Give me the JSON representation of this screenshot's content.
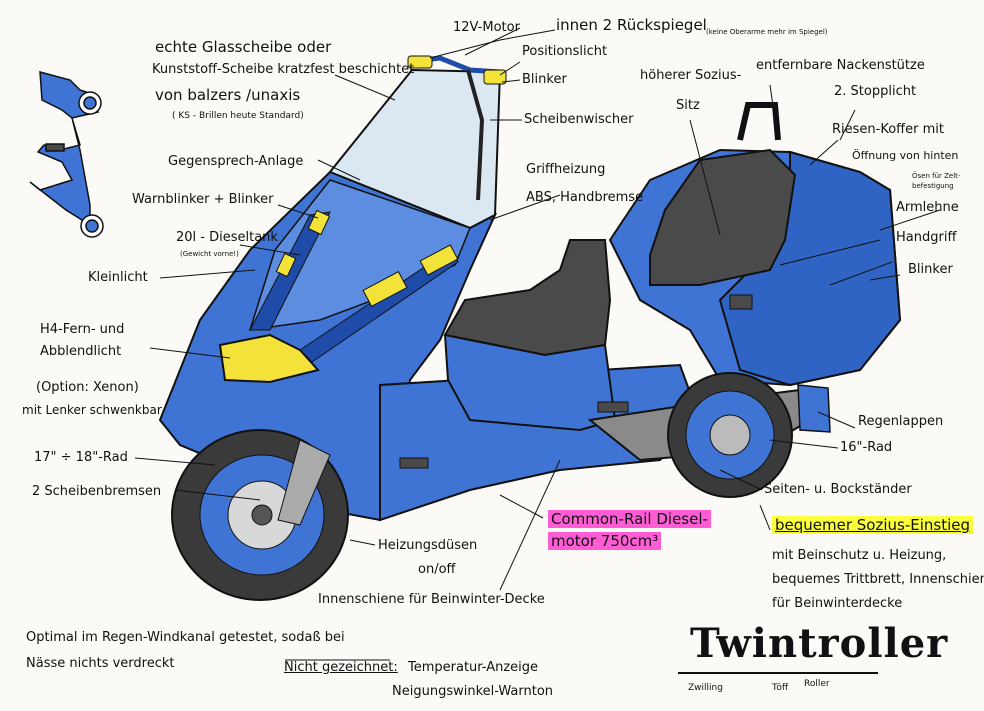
{
  "title": "Twintroller",
  "title_parts": [
    "Zwilling",
    "Töff",
    "Roller"
  ],
  "labels": {
    "glass_1": "echte Glasscheibe  oder",
    "glass_2": "Kunststoff-Scheibe kratzfest beschichtet",
    "glass_3": "von balzers /unaxis",
    "glass_4": "( KS - Brillen heute Standard)",
    "motor12v": "12V-Motor",
    "mirrors": "innen 2 Rückspiegel",
    "mirrors_note": "(keine Oberarme mehr im Spiegel)",
    "position_light": "Positionslicht",
    "indicator_front": "Blinker",
    "wiper": "Scheibenwischer",
    "higher_seat_1": "höherer Sozius-",
    "higher_seat_2": "Sitz",
    "headrest": "entfernbare Nackenstütze",
    "stoplight2": "2. Stopplicht",
    "case_1": "Riesen-Koffer mit",
    "case_2": "Öffnung von hinten",
    "tent_1": "Ösen für Zelt-",
    "tent_2": "befestigung",
    "intercom": "Gegensprech-Anlage",
    "grip_heat": "Griffheizung",
    "abs": "ABS, Handbremse",
    "hazard": "Warnblinker + Blinker",
    "tank_1": "20l - Dieseltank",
    "tank_2": "(Gewicht vorne!)",
    "armrest": "Armlehne",
    "handle": "Handgriff",
    "indicator_rear": "Blinker",
    "small_light": "Kleinlicht",
    "h4_1": "H4-Fern- und",
    "h4_2": "Abblendlicht",
    "h4_3": "(Option: Xenon)",
    "h4_4": "mit Lenker schwenkbar",
    "mudflap": "Regenlappen",
    "wheel16": "16\"-Rad",
    "wheel17": "17\" ÷ 18\"-Rad",
    "brakes": "2 Scheibenbremsen",
    "stand": "Seiten- u. Bockständer",
    "engine_1": "Common-Rail Diesel-",
    "engine_2": "motor 750cm³",
    "rear_entry": "bequemer Sozius-Einstieg",
    "rear_entry_2": "mit Beinschutz u. Heizung,",
    "rear_entry_3": "bequemes Trittbrett, Innenschiene",
    "rear_entry_4": "für Beinwinterdecke",
    "nozzle_1": "Heizungsdüsen",
    "nozzle_2": "on/off",
    "inner_rail": "Innenschiene für Beinwinter-Decke",
    "tested_1": "Optimal im Regen-Windkanal getestet, sodaß bei",
    "tested_2": "Nässe nichts verdreckt",
    "not_drawn": "Nicht gezeichnet:",
    "not_drawn_1": "Temperatur-Anzeige",
    "not_drawn_2": "Neigungswinkel-Warnton"
  },
  "colors": {
    "body_blue": "#3f74d4",
    "dark_blue": "#1f4ca8",
    "seat_gray": "#4a4a4a",
    "yellow": "#f2e23a",
    "tire": "#3a3a3a",
    "highlight_pink": "#ff5cd6",
    "highlight_yellow": "#fbff3d"
  }
}
